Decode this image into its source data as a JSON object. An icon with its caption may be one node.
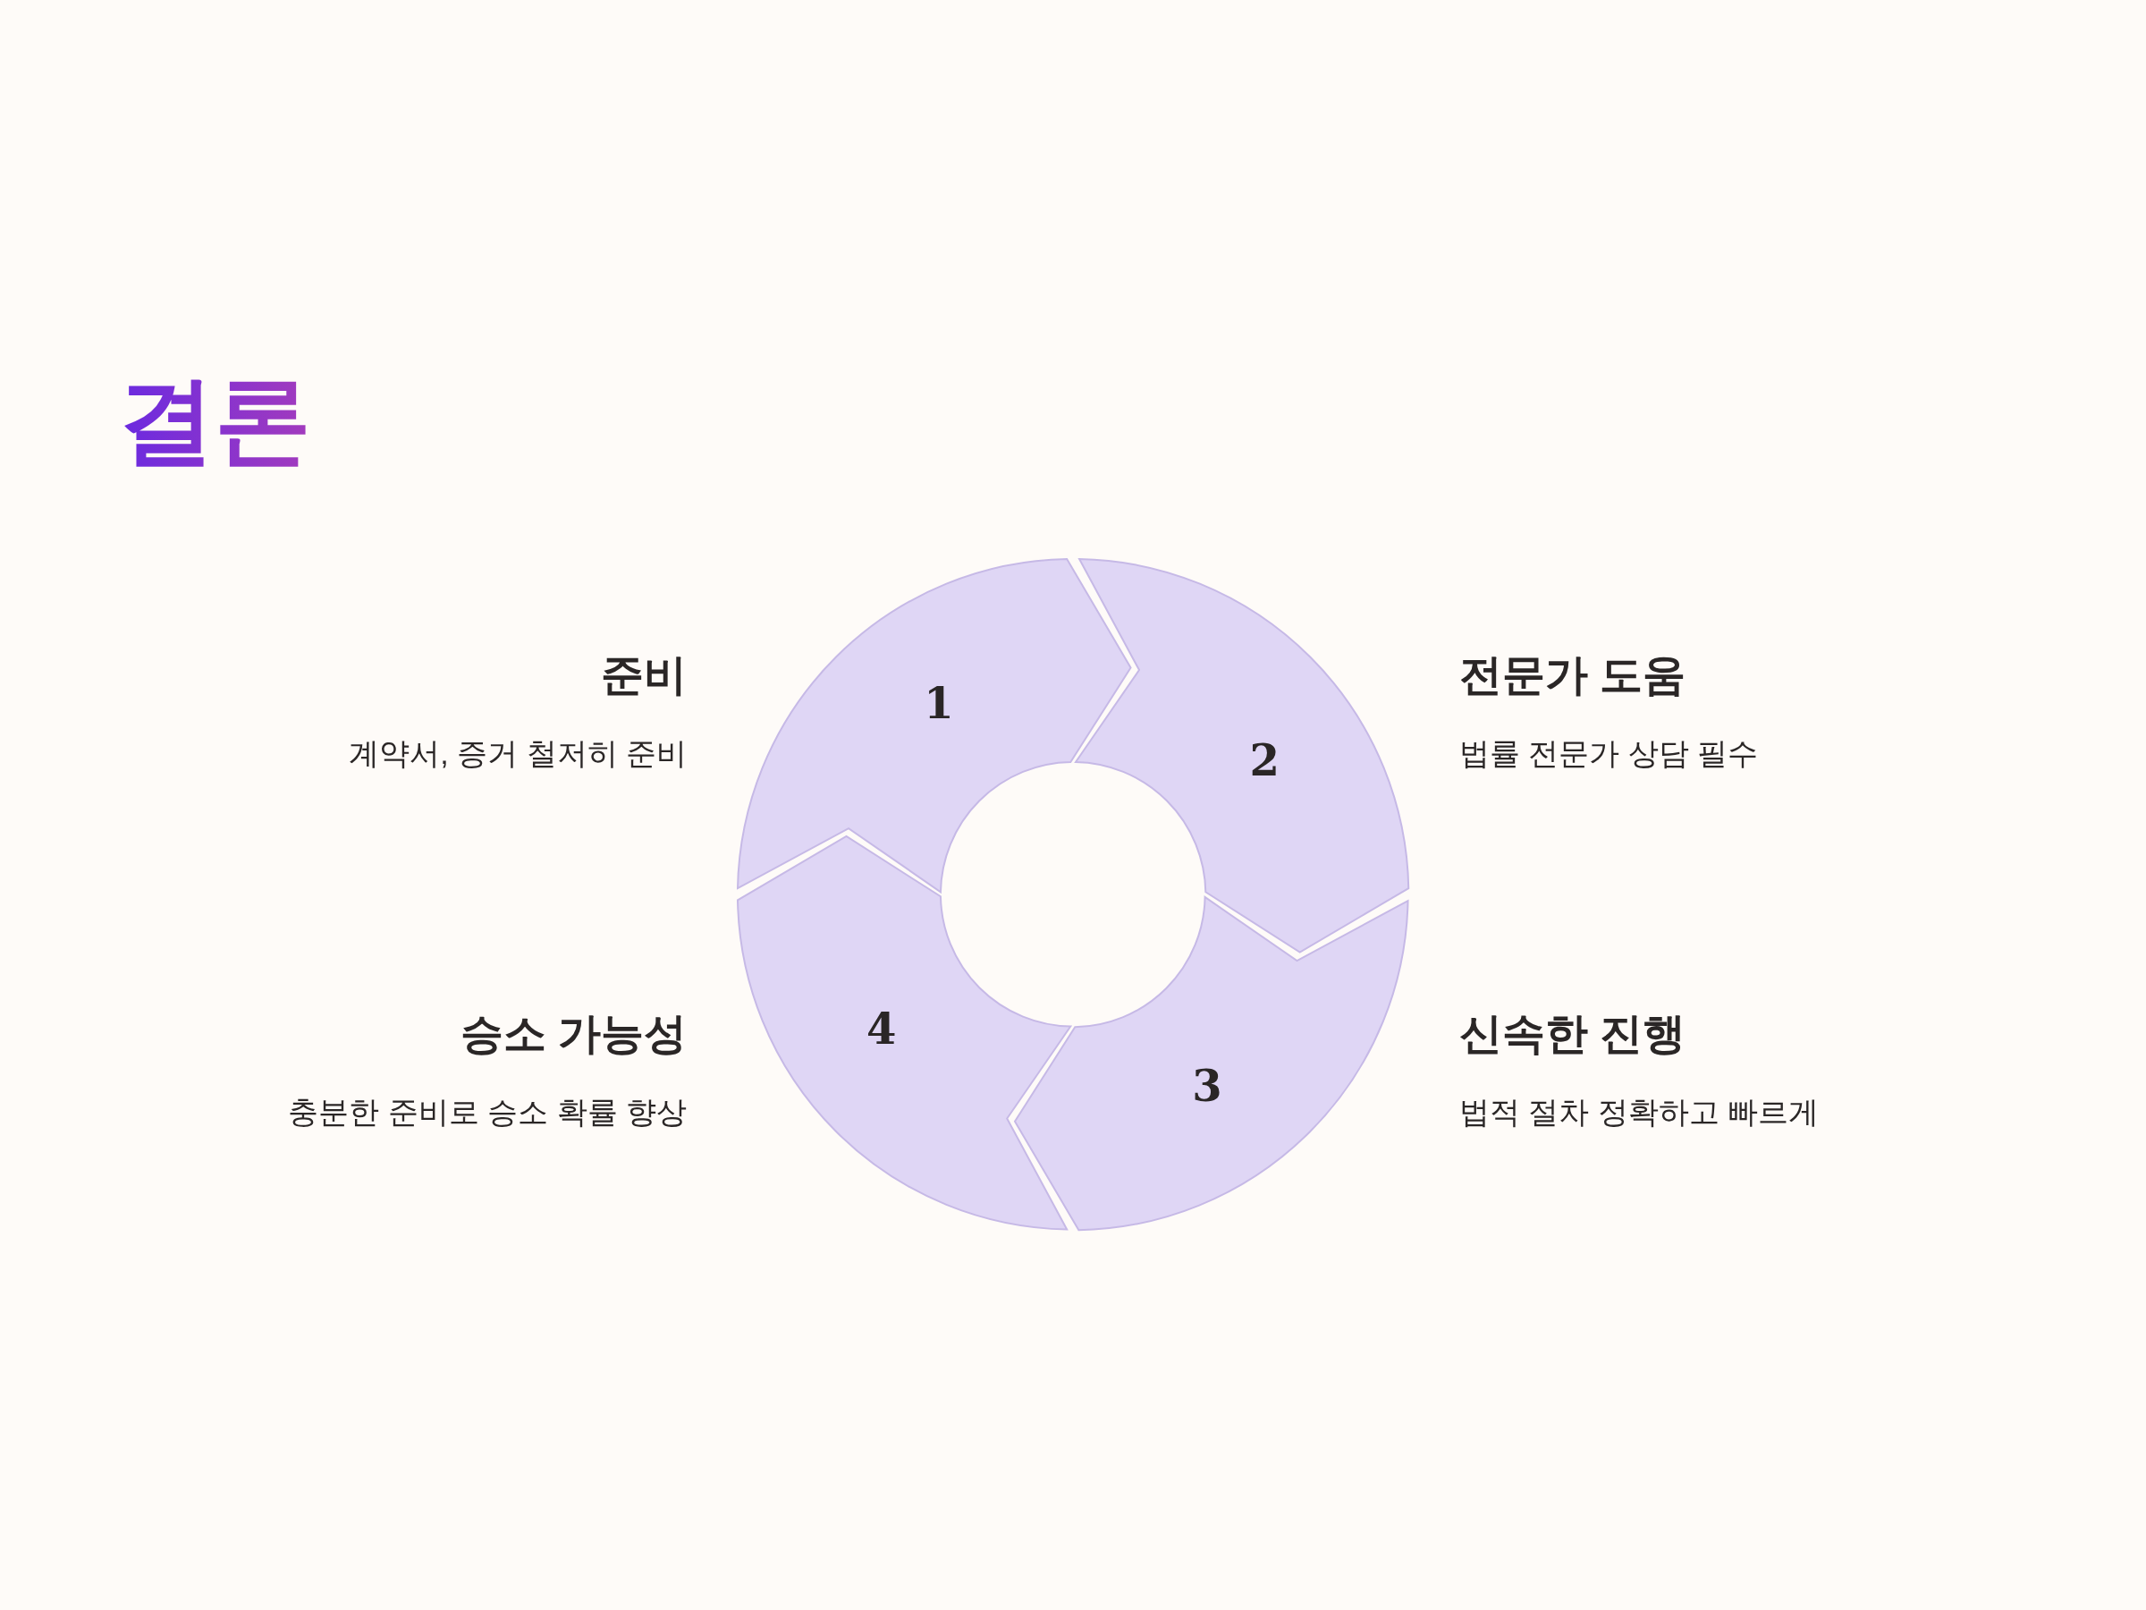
{
  "diagram": {
    "title": "결론",
    "nodes": [
      {
        "text": [
          "1"
        ],
        "beside": [
          "준비",
          "계약서, 증거 철저히 준비"
        ]
      },
      {
        "text": [
          "2"
        ],
        "beside": [
          "전문가 도움",
          "법률 전문가 상담 필수"
        ]
      },
      {
        "text": [
          "3"
        ],
        "beside": [
          "신속한 진행",
          "법적 절차 정확하고 빠르게"
        ]
      },
      {
        "text": [
          "4"
        ],
        "beside": [
          "승소 가능성",
          "충분한 준비로 승소 확률 향상"
        ]
      }
    ]
  }
}
